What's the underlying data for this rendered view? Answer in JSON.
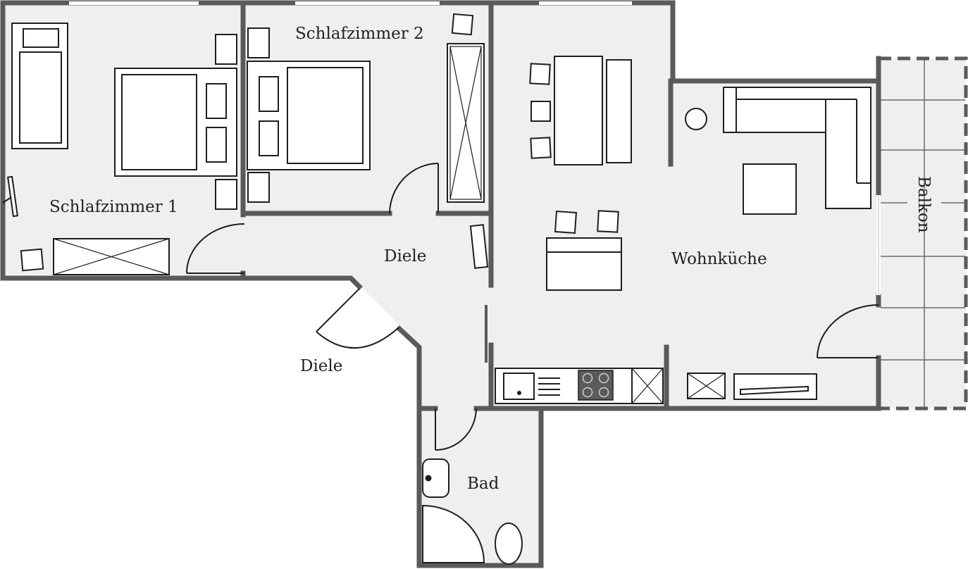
{
  "floorplan": {
    "rooms": {
      "schlafzimmer1": "Schlafzimmer 1",
      "schlafzimmer2": "Schlafzimmer 2",
      "diele_inner": "Diele",
      "diele_outer": "Diele",
      "wohnkueche": "Wohnküche",
      "bad": "Bad",
      "balkon": "Balkon"
    },
    "colors": {
      "wall": "#5a5a5a",
      "floor": "#efefef",
      "furniture_fill": "#ffffff",
      "furniture_stroke": "#1e1e1e",
      "window": "#ffffff",
      "stove": "#5a5a5a"
    }
  }
}
